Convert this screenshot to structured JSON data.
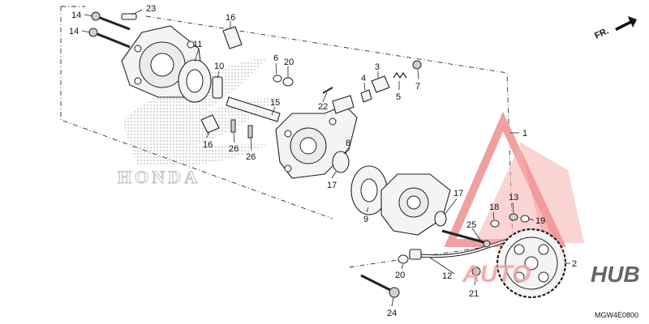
{
  "diagram": {
    "direction_marker": "FR.",
    "background_logo_text": "HONDA",
    "diagram_code": "MGW4E0800",
    "watermark": {
      "text_left": "AUTO",
      "text_right": "HUB",
      "brand_color": "#e0202a"
    },
    "callouts": [
      "1",
      "2",
      "3",
      "4",
      "5",
      "6",
      "7",
      "8",
      "9",
      "10",
      "11",
      "12",
      "13",
      "14",
      "14",
      "15",
      "16",
      "16",
      "17",
      "17",
      "18",
      "19",
      "20",
      "20",
      "21",
      "22",
      "23",
      "24",
      "25",
      "26",
      "26"
    ]
  }
}
